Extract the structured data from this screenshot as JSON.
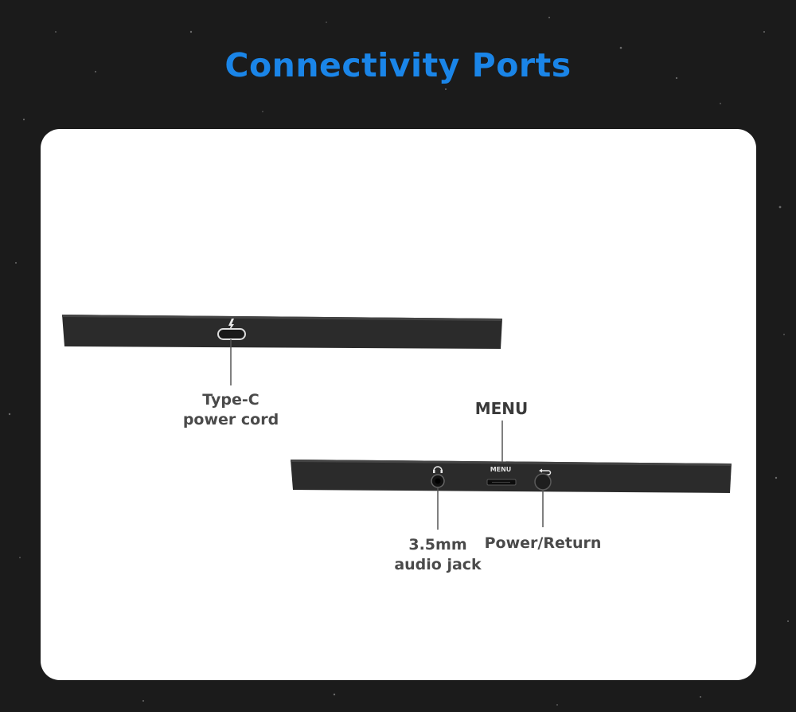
{
  "title": "Connectivity Ports",
  "labels": {
    "type_c_line1": "Type-C",
    "type_c_line2": "power cord",
    "menu": "MENU",
    "audio_line1": "3.5mm",
    "audio_line2": "audio jack",
    "power_return": "Power/Return",
    "device_menu_print": "MENU"
  },
  "colors": {
    "title": "#1a85e8",
    "background": "#1b1b1b",
    "card": "#ffffff",
    "device_body": "#2b2b2b"
  },
  "icons": {
    "lightning": "lightning-icon",
    "headphone": "headphone-icon",
    "return": "return-arrow-icon"
  }
}
